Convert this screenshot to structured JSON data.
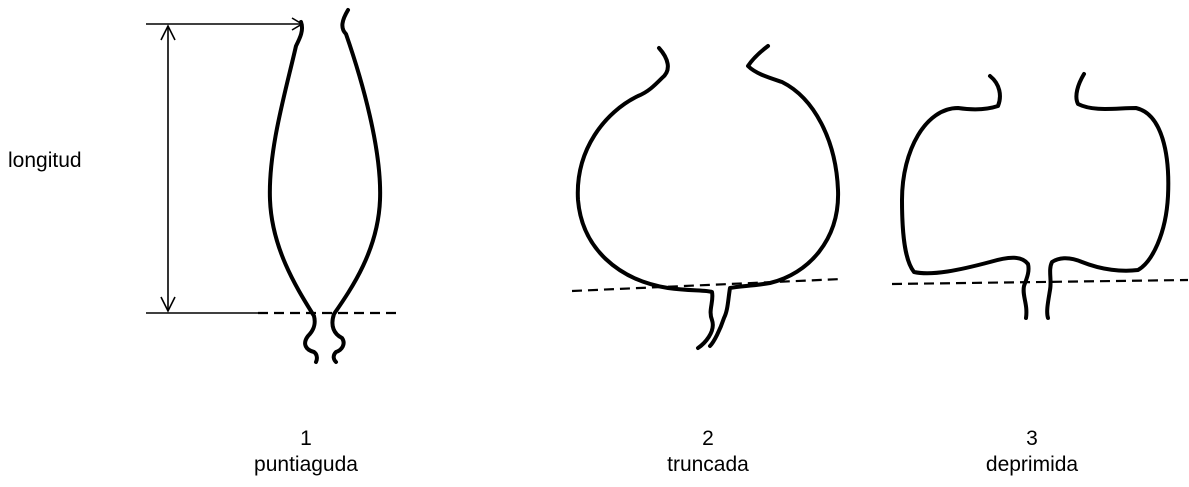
{
  "length_label": "longitud",
  "shapes": [
    {
      "number": "1",
      "name": "puntiaguda"
    },
    {
      "number": "2",
      "name": "truncada"
    },
    {
      "number": "3",
      "name": "deprimida"
    }
  ]
}
